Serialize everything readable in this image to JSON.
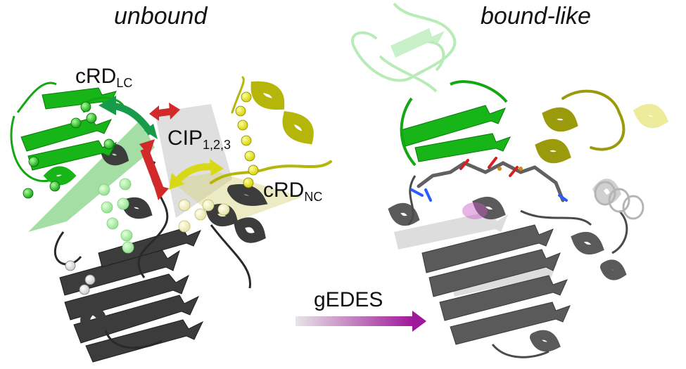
{
  "titles": {
    "left": "unbound",
    "right": "bound-like"
  },
  "labels": {
    "lc_main": "cRD",
    "lc_sub": "LC",
    "cip_main": "CIP",
    "cip_sub": "1,2,3",
    "nc_main": "cRD",
    "nc_sub": "NC",
    "arrow_label": "gEDES"
  },
  "colors": {
    "core": "#3c3c3c",
    "lc_domain": "#1db31d",
    "nc_domain": "#b5b50a",
    "cip_arrow": "#d22a2a",
    "lc_arrow": "#179a4a",
    "nc_arrow": "#d8d816",
    "gedes_arrow_end": "#a0189a"
  }
}
